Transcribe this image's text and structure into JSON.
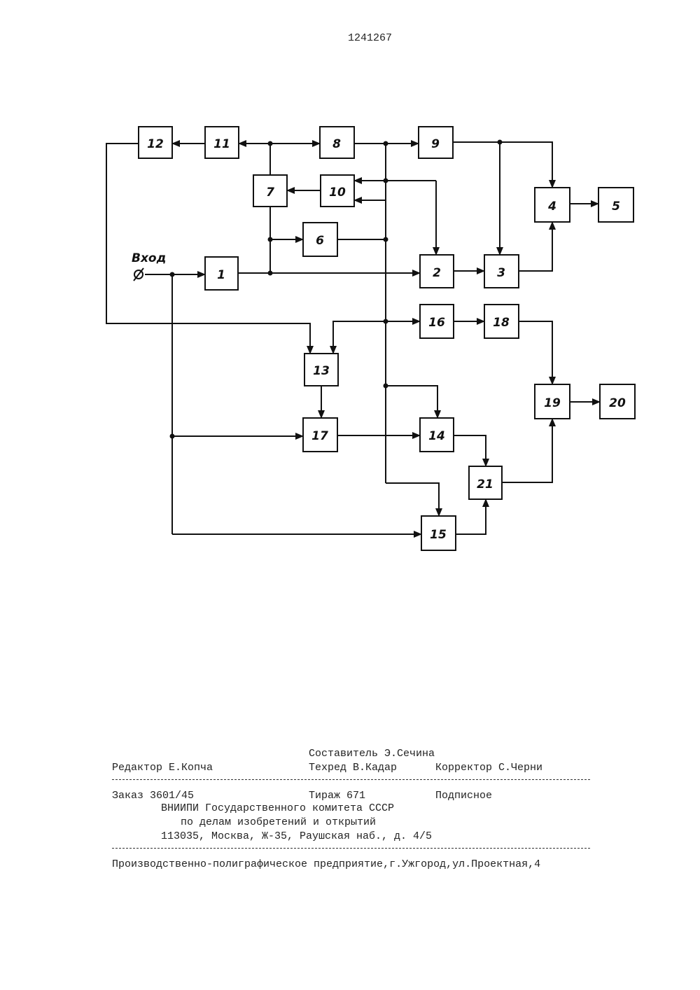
{
  "patent_number": "1241267",
  "diagram": {
    "input_label": "Вход",
    "blocks": [
      "1",
      "2",
      "3",
      "4",
      "5",
      "6",
      "7",
      "8",
      "9",
      "10",
      "11",
      "12",
      "13",
      "14",
      "15",
      "16",
      "17",
      "18",
      "19",
      "20",
      "21"
    ]
  },
  "imprint": {
    "compiler": "Составитель Э.Сечина",
    "editor": "Редактор Е.Копча",
    "tech_editor": "Техред В.Кадар",
    "proofreader": "Корректор  С.Черни",
    "order": "Заказ 3601/45",
    "circulation": "Тираж 671",
    "subscription": "Подписное",
    "org_line1": "ВНИИПИ Государственного комитета СССР",
    "org_line2": "по делам изобретений и открытий",
    "org_line3": "113035, Москва, Ж-35, Раушская наб., д. 4/5",
    "printer": "Производственно-полиграфическое предприятие,г.Ужгород,ул.Проектная,4"
  }
}
